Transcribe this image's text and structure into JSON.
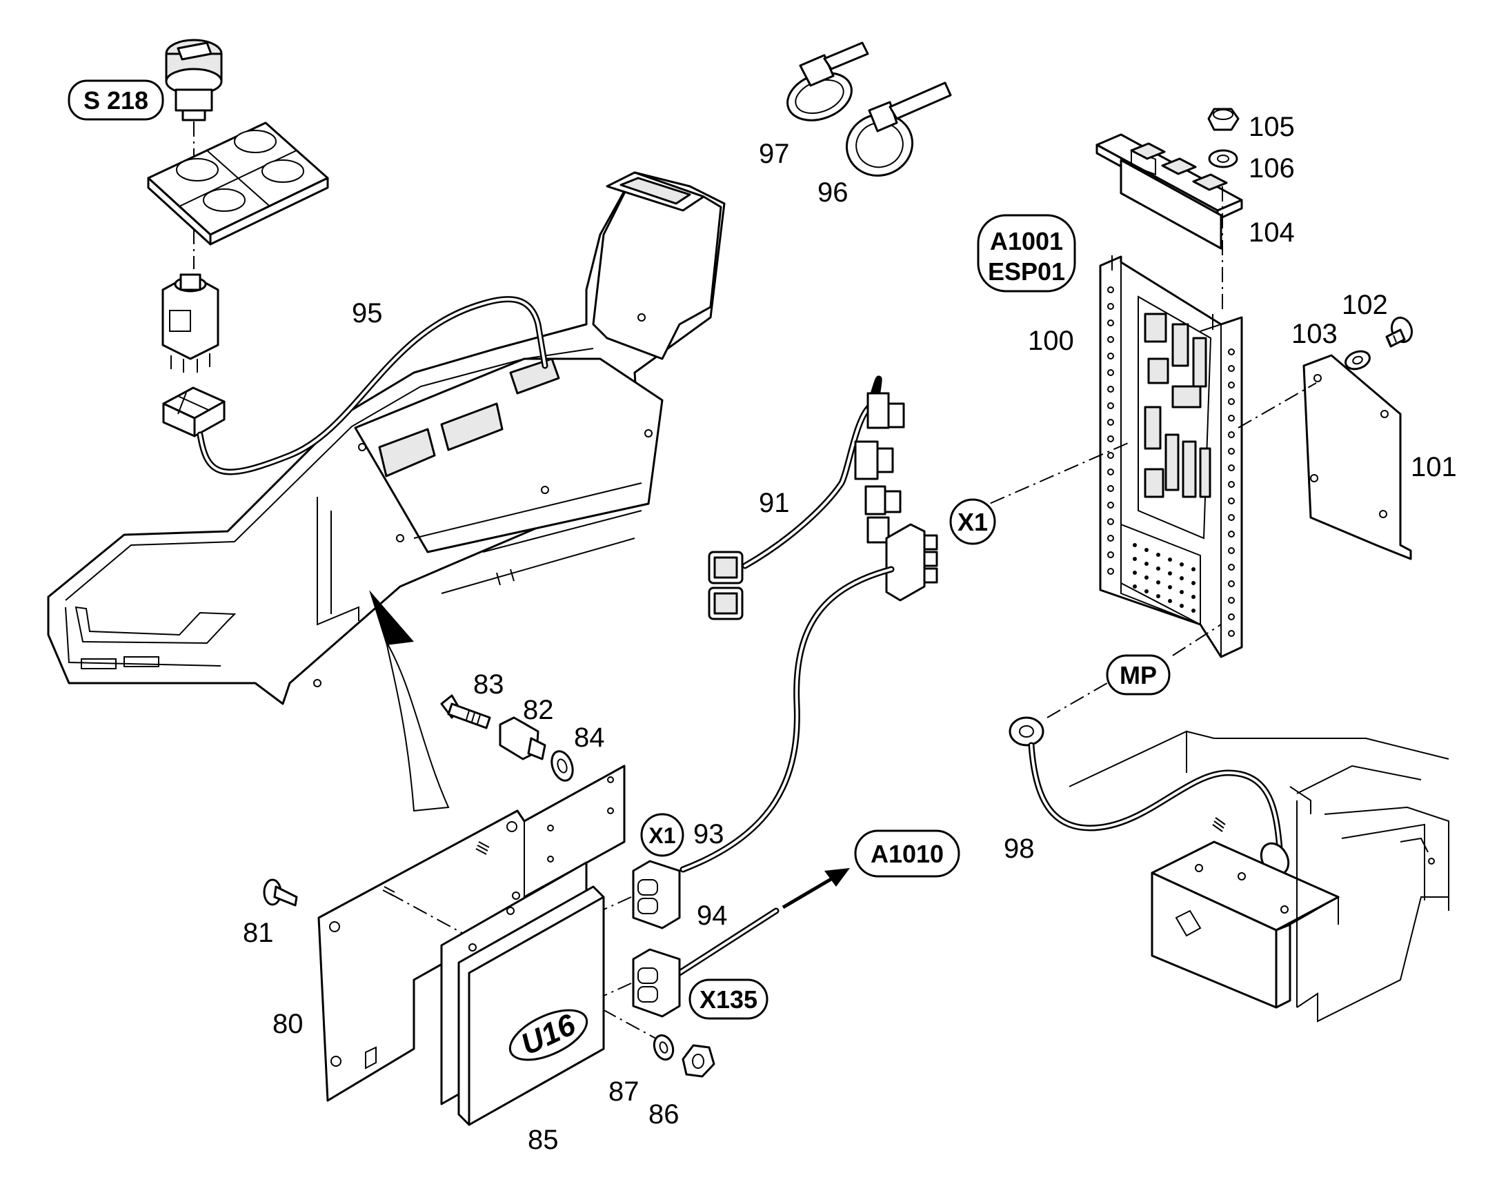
{
  "part_numbers": {
    "p80": "80",
    "p81": "81",
    "p82": "82",
    "p83": "83",
    "p84": "84",
    "p85": "85",
    "p86": "86",
    "p87": "87",
    "p91": "91",
    "p93": "93",
    "p94": "94",
    "p95": "95",
    "p96": "96",
    "p97": "97",
    "p98": "98",
    "p100": "100",
    "p101": "101",
    "p102": "102",
    "p103": "103",
    "p104": "104",
    "p105": "105",
    "p106": "106"
  },
  "tags": {
    "s218": "S 218",
    "a1001_line1": "A1001",
    "a1001_line2": "ESP01",
    "x1_upper": "X1",
    "x1_lower": "X1",
    "x135": "X135",
    "a1010": "A1010",
    "mp": "MP",
    "u16": "U16"
  },
  "colors": {
    "line": "#000000",
    "background": "#ffffff",
    "shade": "#e8e8e8"
  }
}
